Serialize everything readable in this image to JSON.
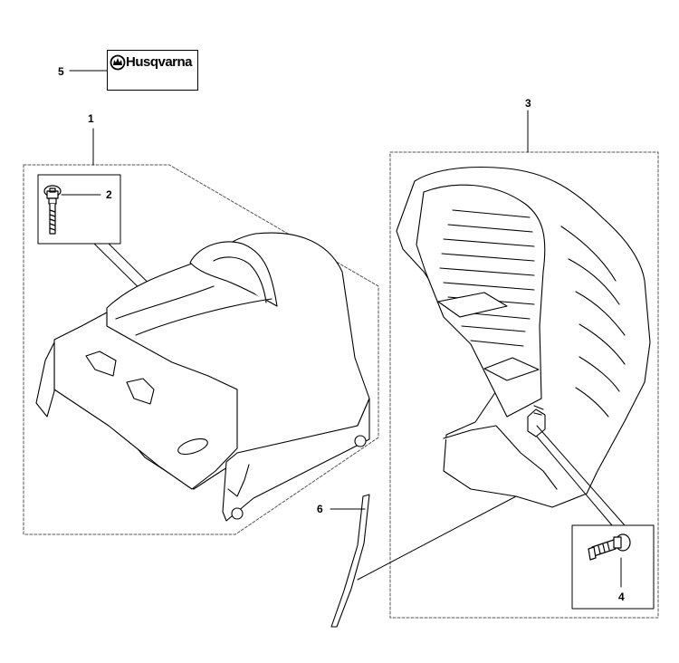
{
  "brand": {
    "name": "Husqvarna"
  },
  "callouts": [
    {
      "id": "1",
      "label": "1"
    },
    {
      "id": "2",
      "label": "2"
    },
    {
      "id": "3",
      "label": "3"
    },
    {
      "id": "4",
      "label": "4"
    },
    {
      "id": "5",
      "label": "5"
    },
    {
      "id": "6",
      "label": "6"
    }
  ],
  "colors": {
    "line": "#000000",
    "dash": "#555555",
    "part_fill": "#ffffff",
    "background": "#ffffff"
  },
  "icons": {
    "brand_crown": "husqvarna-crown-icon"
  }
}
